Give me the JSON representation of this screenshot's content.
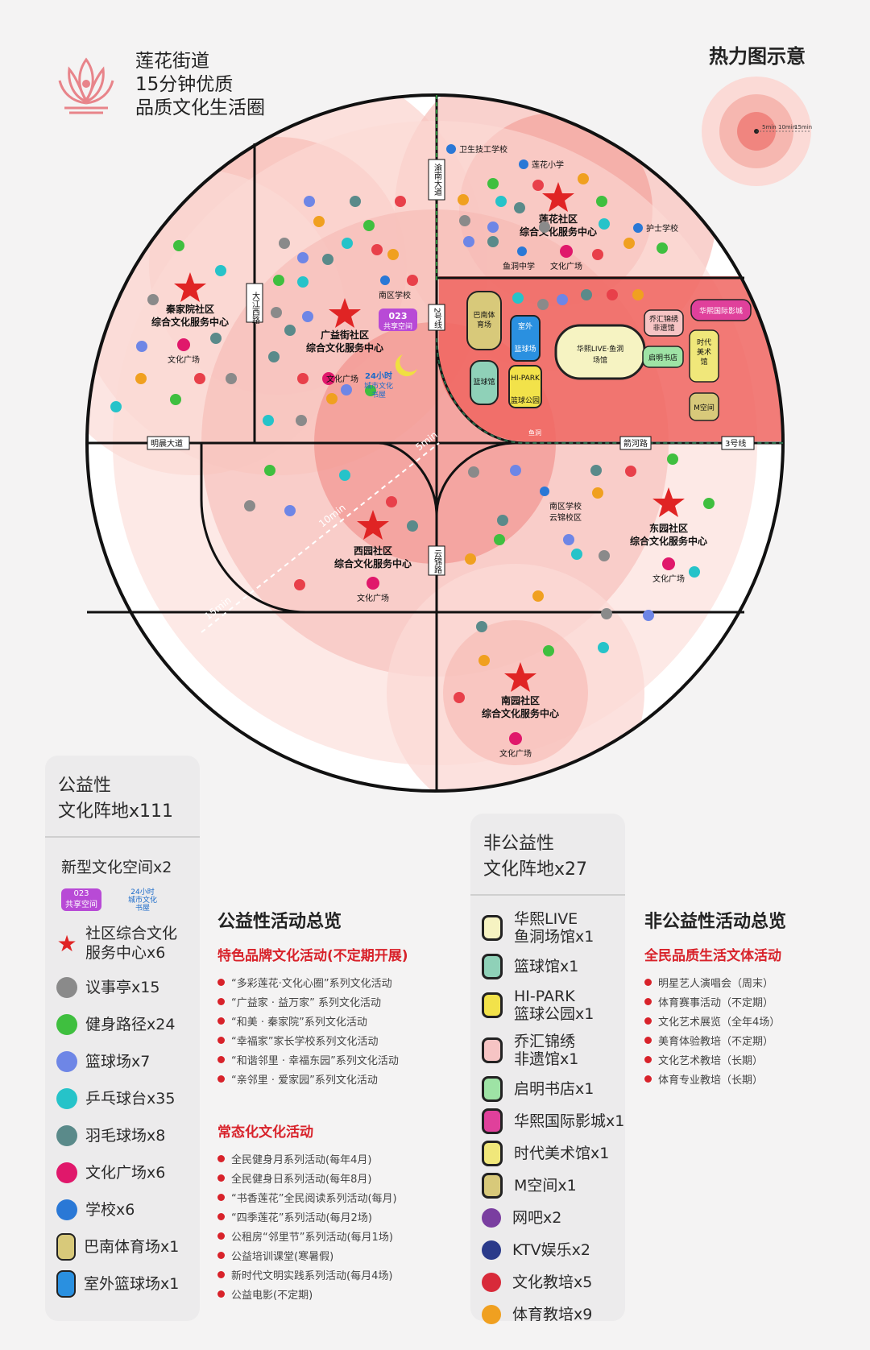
{
  "header": {
    "title_lines": [
      "莲花街道",
      "15分钟优质",
      "品质文化生活圈"
    ],
    "heat_title": "热力图示意",
    "heat_labels": [
      "5min",
      "10min",
      "15min"
    ]
  },
  "map": {
    "roads": [
      "明晨大道",
      "大江西路",
      "渝南大道",
      "2号线",
      "箭河路",
      "3号线",
      "云锦路"
    ],
    "rings": [
      "5min",
      "10min",
      "15min"
    ],
    "centers": [
      {
        "line1": "秦家院社区",
        "line2": "综合文化服务中心"
      },
      {
        "line1": "广益街社区",
        "line2": "综合文化服务中心"
      },
      {
        "line1": "莲花社区",
        "line2": "综合文化服务中心"
      },
      {
        "line1": "西园社区",
        "line2": "综合文化服务中心"
      },
      {
        "line1": "东园社区",
        "line2": "综合文化服务中心"
      },
      {
        "line1": "南园社区",
        "line2": "综合文化服务中心"
      }
    ],
    "plaza_label": "文化广场",
    "schools": [
      "卫生技工学校",
      "莲花小学",
      "护士学校",
      "鱼洞中学",
      "南区学校",
      "南区学校\n云锦校区"
    ],
    "venues": [
      "巴南体\n育场",
      "室外\n篮球场",
      "篮球馆",
      "HI-PARK\n篮球公园",
      "华熙LIVE·鱼洞\n场馆",
      "乔汇锦绣\n非遗馆",
      "启明书店",
      "时代\n美术\n馆",
      "华熙国际影城",
      "M空间"
    ],
    "share_space": {
      "line1": "023",
      "line2": "共享空间"
    },
    "bookhouse": {
      "line1": "24小时",
      "line2": "城市文化",
      "line3": "书屋"
    },
    "station": "鱼洞"
  },
  "public_panel": {
    "title_lines": [
      "公益性",
      "文化阵地x111"
    ],
    "new_space_label": "新型文化空间x2",
    "items": [
      {
        "icon": "star-icon",
        "label": "社区综合文化\n服务中心x6",
        "color": "#e02424"
      },
      {
        "icon": "pavilion-icon",
        "label": "议事亭x15",
        "color": "#8a8a8a"
      },
      {
        "icon": "runner-icon",
        "label": "健身路径x24",
        "color": "#3fbf3f"
      },
      {
        "icon": "basketball-icon",
        "label": "篮球场x7",
        "color": "#6e86e6"
      },
      {
        "icon": "pingpong-icon",
        "label": "乒乓球台x35",
        "color": "#26c3c9"
      },
      {
        "icon": "badminton-icon",
        "label": "羽毛球场x8",
        "color": "#5a8a8a"
      },
      {
        "icon": "dance-icon",
        "label": "文化广场x6",
        "color": "#e0186b"
      },
      {
        "icon": "school-icon",
        "label": "学校x6",
        "color": "#2a78d6"
      },
      {
        "icon": "stadium-icon",
        "label": "巴南体育场x1",
        "color": "#d8c97a"
      },
      {
        "icon": "court-icon",
        "label": "室外篮球场x1",
        "color": "#2a90e0"
      }
    ]
  },
  "public_activities": {
    "title": "公益性活动总览",
    "brand_title": "特色品牌文化活动(不定期开展)",
    "brand_items": [
      "“多彩莲花·文化心圈”系列文化活动",
      "“广益家 · 益万家” 系列文化活动",
      "“和美 · 秦家院”系列文化活动",
      "“幸福家”家长学校系列文化活动",
      "“和谐邻里 · 幸福东园”系列文化活动",
      "“亲邻里 · 爱家园”系列文化活动"
    ],
    "regular_title": "常态化文化活动",
    "regular_items": [
      "全民健身月系列活动(每年4月)",
      "全民健身日系列活动(每年8月)",
      "“书香莲花”全民阅读系列活动(每月)",
      "“四季莲花”系列活动(每月2场)",
      "公租房“邻里节”系列活动(每月1场)",
      "公益培训课堂(寒暑假)",
      "新时代文明实践系列活动(每月4场)",
      "公益电影(不定期)"
    ]
  },
  "nonpublic_panel": {
    "title_lines": [
      "非公益性",
      "文化阵地x27"
    ],
    "items": [
      {
        "label": "华熙LIVE\n鱼洞场馆x1",
        "color": "#f6f3c2"
      },
      {
        "label": "篮球馆x1",
        "color": "#8fd1b8"
      },
      {
        "label": "HI-PARK\n篮球公园x1",
        "color": "#f2e24a"
      },
      {
        "label": "乔汇锦绣\n非遗馆x1",
        "color": "#f6c4c4"
      },
      {
        "label": "启明书店x1",
        "color": "#9ee3a5"
      },
      {
        "label": "华熙国际影城x1",
        "color": "#e0409b"
      },
      {
        "label": "时代美术馆x1",
        "color": "#f0e77a"
      },
      {
        "label": "M空间x1",
        "color": "#d8c97a"
      },
      {
        "label": "网吧x2",
        "color": "#7a3ea0",
        "icon": "computer-icon"
      },
      {
        "label": "KTV娱乐x2",
        "color": "#2a3a8a",
        "icon": "microphone-icon"
      },
      {
        "label": "文化教培x5",
        "color": "#d82a3a",
        "icon": "classroom-icon"
      },
      {
        "label": "体育教培x9",
        "color": "#f0a020",
        "icon": "trainer-icon"
      }
    ]
  },
  "nonpublic_activities": {
    "title": "非公益性活动总览",
    "sub_title": "全民品质生活文体活动",
    "items": [
      "明星艺人演唱会（周末）",
      "体育赛事活动（不定期）",
      "文化艺术展览（全年4场）",
      "美育体验教培（不定期）",
      "文化艺术教培（长期）",
      "体育专业教培（长期）"
    ]
  },
  "colors": {
    "accent_red": "#d8222a",
    "heat_inner": "#f0857f",
    "heat_mid": "#f6b7b0",
    "heat_outer": "#fbdad6"
  }
}
